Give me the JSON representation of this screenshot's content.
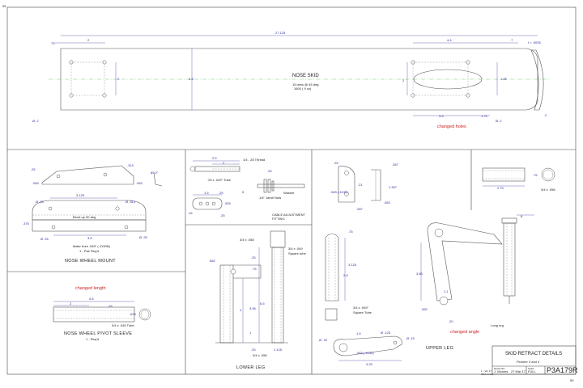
{
  "corners": {
    "top_left": "05",
    "bottom_right": "50"
  },
  "nose_skid": {
    "title": "NOSE SKID",
    "note_1": "15 lams @ 45 deg",
    "note_2": "1600 ( 9 oz)",
    "dims": {
      "overall_length": "27.125",
      "left_offset": ".75",
      "hole_spacing_x": "2",
      "hole_spacing_y": "2",
      "height": "3.8",
      "right_span": "4.4",
      "right_end": ".7",
      "thickness": "t = .0035",
      "slot_height": "1.25",
      "right_hole_y": "2",
      "bottom_span": "3.5",
      "bottom_right": "1.75",
      "bottom_end": ".2",
      "hole_dia_left": "Ø .2",
      "hole_dia_right": "Ø .2"
    },
    "revision_note": "changed holes"
  },
  "nose_wheel_mount": {
    "title": "NOSE WHEEL MOUNT",
    "note_make": "Make from .063\" ( 4130N)",
    "note_qty": "1 - Pair Req'd",
    "bend_note": "Bend up 90 deg",
    "dims": {
      "top_left": ".25",
      "top_right": ".313",
      "left_thk": ".063",
      "right_thk": ".063",
      "angle": "89.0°",
      "hole_left": "Ø .25",
      "span": "3.125",
      "hole_right": "Ø .313",
      "side_height": ".375",
      "bottom_span": "3.5",
      "hole_bl": "Ø .25",
      "hole_br": "Ø .25"
    }
  },
  "cable_adjustment": {
    "title": "CABLE ADJUSTMENT",
    "title_2": "FITTING",
    "thread_note": "1/4 - 28 Thread",
    "tube_note": ".25 x .049\" Tube",
    "washer_note": "Washer",
    "nut_note": "1/4\" Jamb Nuts",
    "dims": {
      "length": "2.5",
      "shank": "2",
      "dia": ".25",
      "a": "1.5",
      "b": ".5",
      "c": ".25",
      "d": ".525",
      "e": ".16",
      "f": ".25"
    }
  },
  "nose_wheel_pivot_sleeve": {
    "title": "NOSE WHEEL PIVOT SLEEVE",
    "qty": "1 - Req'd",
    "revision_note": "changed length",
    "tube_note": "3/4 x .049 Tube",
    "dims": {
      "length": "4.5",
      "a": "2",
      "b": ".15",
      "c": ".625"
    }
  },
  "lower_leg": {
    "title": "LOWER LEG",
    "top_tube": "3/4 x .058",
    "square_tube": "3/4 x .049",
    "square_tube_2": "Square tube",
    "bottom_tube": "3/4 x .058",
    "dims": {
      "left": ".562",
      "a": ".25",
      "b": ".75",
      "height": "4",
      "c": "3.96",
      "d": "6.5",
      "e": "1",
      "f": ".25",
      "g": "1.125"
    }
  },
  "upper_leg": {
    "title": "UPPER LEG",
    "square_tube": "3/4 x .049\"",
    "square_tube_2": "Square Tube",
    "dims": {
      "top": ".25",
      "thk": ".287",
      "w": ".21",
      "h": "1.307",
      "mat": ".063 ( 4130)",
      "hole": ".063",
      "bot": ".287",
      "dia": ".75",
      "len": "3.125",
      "mid": "2.8",
      "arm": "1.5",
      "hole_dia": "Ø .125",
      "hole_big": "Ø .78",
      "hole_small": "Ø .15",
      "arm_mat": ".063 ( 4130)",
      "arm_len": "3.25"
    }
  },
  "skid_tube": {
    "tube_note": "3/4 x .058",
    "dims": {
      "len": "2.75",
      "dia": ".75"
    }
  },
  "pivot_arm": {
    "revision_note": "changed angle",
    "dims": {
      "top": ".8",
      "h": "3.85",
      "w": "1.1",
      "bottom": ".20",
      "offset": ".062",
      "angle_note": "Long nrg"
    }
  },
  "title_block": {
    "title": "SKID RETRACT DETAILS",
    "project": "Pioneer 3 and 4",
    "drawn_by_label": "Drawn BY",
    "drawn_by": "J. Mordes",
    "date": "27 Mar 17",
    "scale_label": "Scale",
    "scale": "FULL",
    "drawing_no": "P3A179R",
    "side_note_1": "1 - Ver 17",
    "side_note_2": "Skid retract"
  }
}
